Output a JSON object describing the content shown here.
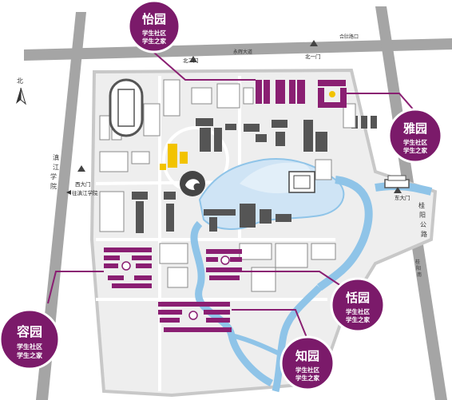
{
  "roads": {
    "north_road": "永辉大道",
    "northeast_road": "合肚路口",
    "west_road": [
      "滇",
      "江",
      "学",
      "院"
    ],
    "east_road": [
      "桂",
      "阳",
      "公",
      "路"
    ],
    "east_small_road": [
      "桂",
      "阳",
      "南"
    ]
  },
  "gates": {
    "north_gate_2": "北二门",
    "north_gate_1": "北一门",
    "west_gate": "西大门",
    "east_gate": "东大门",
    "west_arrow": "往滇江学院"
  },
  "compass": {
    "label": "北"
  },
  "communities": [
    {
      "name": "怡园",
      "line1": "学生社区",
      "line2": "学生之家"
    },
    {
      "name": "雅园",
      "line1": "学生社区",
      "line2": "学生之家"
    },
    {
      "name": "容园",
      "line1": "学生社区",
      "line2": "学生之家"
    },
    {
      "name": "恬园",
      "line1": "学生社区",
      "line2": "学生之家"
    },
    {
      "name": "知园",
      "line1": "学生社区",
      "line2": "学生之家"
    }
  ],
  "colors": {
    "badge": "#7b1a6a",
    "dorm": "#8a1f72",
    "water": "#cfe4f5",
    "road": "#9a9a9a",
    "building": "#555555",
    "highlight": "#f2c300"
  }
}
